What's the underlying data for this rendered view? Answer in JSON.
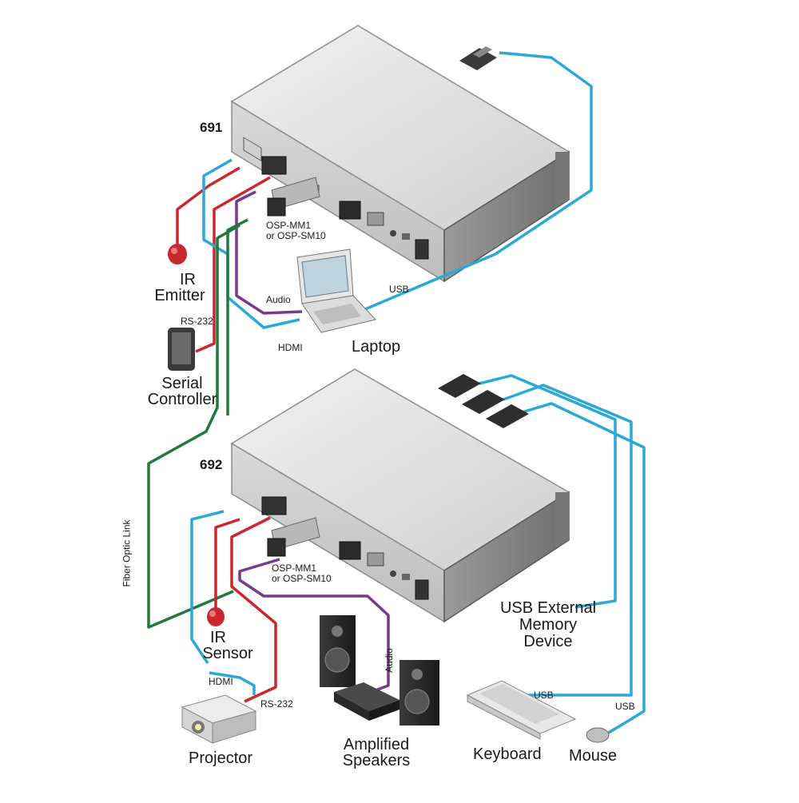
{
  "devices": {
    "top": {
      "model": "691",
      "module_line1": "OSP-MM1",
      "module_line2": "or OSP-SM10"
    },
    "bottom": {
      "model": "692",
      "module_line1": "OSP-MM1",
      "module_line2": "or OSP-SM10"
    }
  },
  "labels": {
    "ir_emitter_1": "IR",
    "ir_emitter_2": "Emitter",
    "serial_controller_1": "Serial",
    "serial_controller_2": "Controller",
    "laptop": "Laptop",
    "ir_sensor_1": "IR",
    "ir_sensor_2": "Sensor",
    "projector": "Projector",
    "amplified_speakers_1": "Amplified",
    "amplified_speakers_2": "Speakers",
    "keyboard": "Keyboard",
    "mouse": "Mouse",
    "usb_memory_1": "USB External",
    "usb_memory_2": "Memory",
    "usb_memory_3": "Device"
  },
  "cables": {
    "rs232_top": "RS-232",
    "audio_top": "Audio",
    "hdmi_top": "HDMI",
    "usb_top": "USB",
    "fiber": "Fiber Optic Link",
    "audio_bottom": "Audio",
    "hdmi_bottom": "HDMI",
    "rs232_bottom": "RS-232",
    "usb_keyboard": "USB",
    "usb_mouse": "USB"
  },
  "colors": {
    "hdmi_usb": "#2aa9d8",
    "rs232_ir": "#c8282e",
    "audio": "#7a3a8c",
    "fiber": "#1f7a3c",
    "device_body": "#dcdcdc",
    "device_dark": "#8a8a8a"
  },
  "icons": [
    "ir-emitter-icon",
    "serial-controller-icon",
    "laptop-icon",
    "ir-sensor-icon",
    "projector-icon",
    "speaker-icon",
    "av-receiver-icon",
    "keyboard-icon",
    "mouse-icon",
    "usb-connector-icon",
    "usb-stick-icon"
  ]
}
